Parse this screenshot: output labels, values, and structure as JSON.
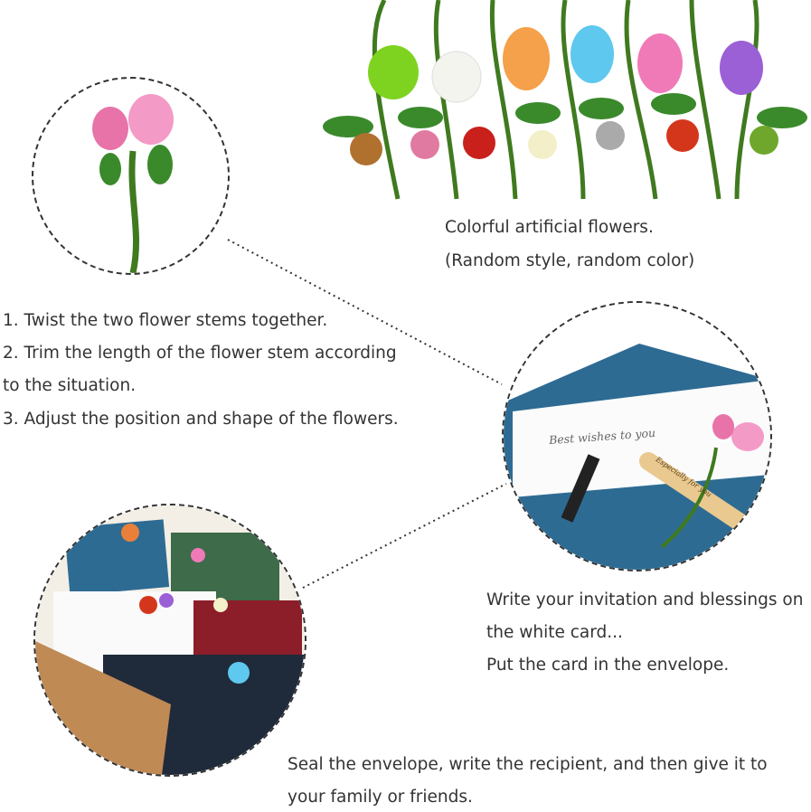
{
  "flowers_caption": {
    "line1": "Colorful artificial flowers.",
    "line2": "(Random style, random color)"
  },
  "steps": [
    "1. Twist the two flower stems together.",
    "2. Trim the length of the flower stem according",
    "to the situation.",
    "3. Adjust the position and shape of the flowers."
  ],
  "card_caption": {
    "line1": "Write your invitation and blessings on",
    "line2": "the white card...",
    "line3": "Put the card in the envelope."
  },
  "seal_caption": {
    "line1": "Seal the envelope, write the recipient, and then give it to",
    "line2": "your family or friends."
  },
  "card_text": "Best wishes to you",
  "tag_text": "Especially for you",
  "flower_colors": [
    "#7ed321",
    "#f4f4ee",
    "#f5a04a",
    "#5ec8ee",
    "#f07ab8",
    "#9b5fd6"
  ],
  "envelope_color": "#2e6b93"
}
